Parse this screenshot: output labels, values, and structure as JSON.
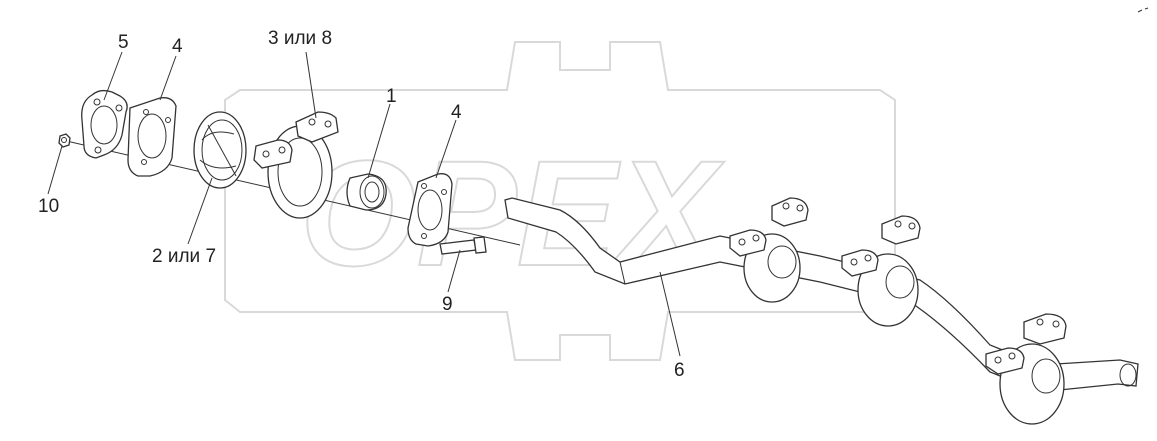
{
  "watermark": {
    "text": "OPEX"
  },
  "callouts": [
    {
      "id": "label-5",
      "text": "5"
    },
    {
      "id": "label-4a",
      "text": "4"
    },
    {
      "id": "label-3",
      "text": "3 или 8"
    },
    {
      "id": "label-1",
      "text": "1"
    },
    {
      "id": "label-4b",
      "text": "4"
    },
    {
      "id": "label-10",
      "text": "10"
    },
    {
      "id": "label-2",
      "text": "2 или 7"
    },
    {
      "id": "label-9",
      "text": "9"
    },
    {
      "id": "label-6",
      "text": "6"
    }
  ],
  "colors": {
    "line": "#333333",
    "watermark": "#d9d9d9",
    "background": "#ffffff"
  }
}
